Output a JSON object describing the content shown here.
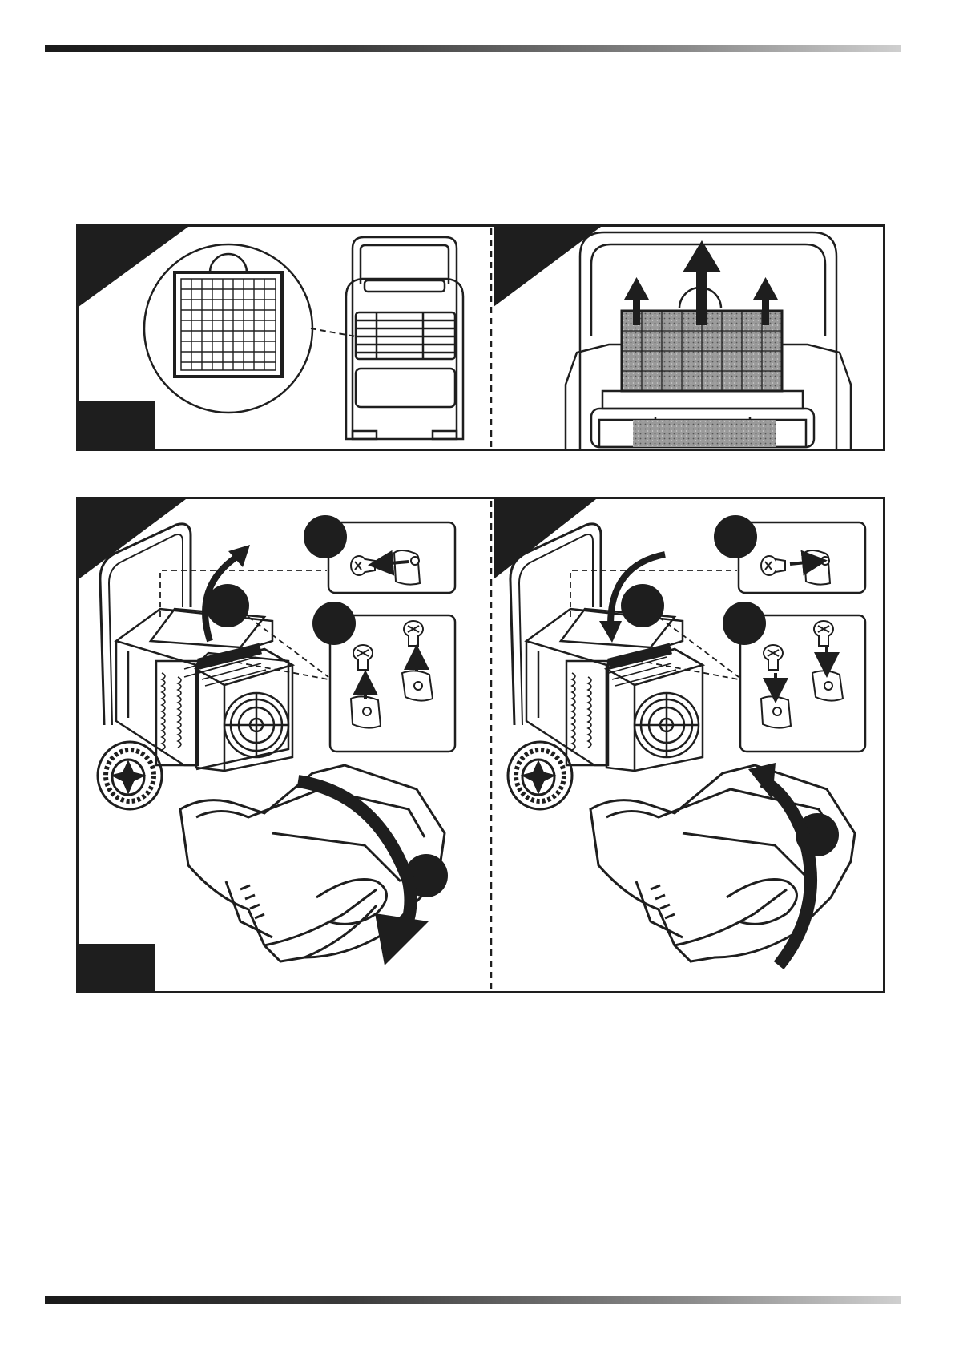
{
  "document": {
    "type": "instruction-illustration-page",
    "panels": [
      {
        "id": "filter-removal",
        "steps": [
          "filter-detail-view",
          "pull-filter-up"
        ]
      },
      {
        "id": "cover-service",
        "steps": [
          "open-cover-remove-screws",
          "close-cover-insert-screws"
        ]
      }
    ]
  },
  "colors": {
    "ink": "#1e1e1e",
    "filter_fill": "#8c8c8c",
    "rule_start": "#1a1a1a",
    "rule_end": "#cfcfcf"
  },
  "icons": [
    "up-arrow-icon",
    "curved-arrow-icon",
    "screw-icon",
    "step-marker-icon"
  ]
}
